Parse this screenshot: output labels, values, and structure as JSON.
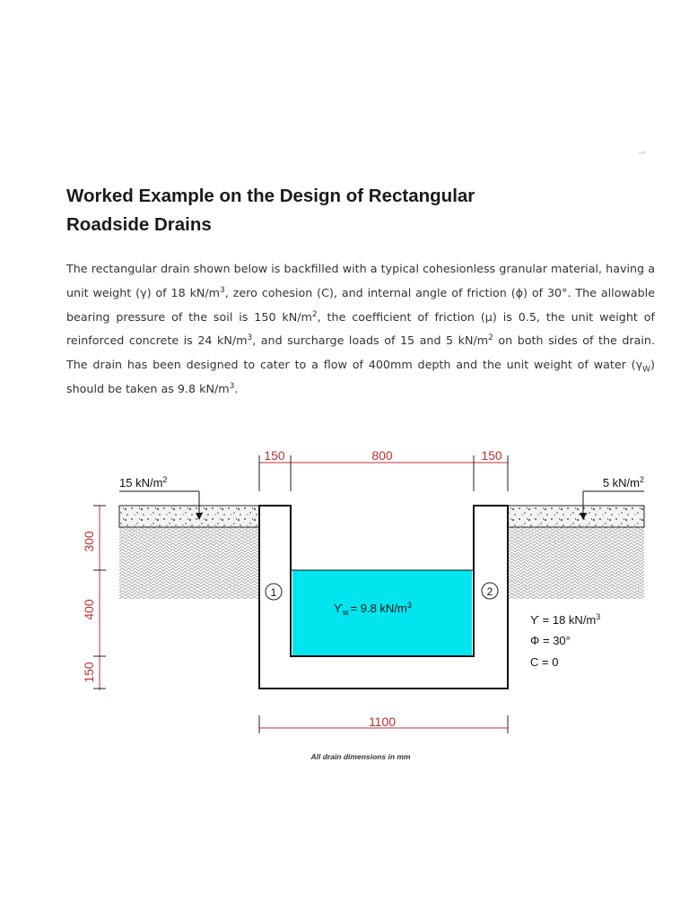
{
  "page": {
    "corner_mark": "ᵛᵃᶠ",
    "title_line1": "Worked Example on the Design of Rectangular",
    "title_line2": "Roadside Drains"
  },
  "paragraph": {
    "p1": "The rectangular drain shown below is backfilled with a typical cohesionless granular material, having a unit weight (γ) of 18 kN/m",
    "p2": "3",
    "p3": ", zero cohesion (C), and internal angle of friction (ϕ) of 30°. The allowable bearing pressure of the soil is 150 kN/m",
    "p4": "2",
    "p5": ", the coefficient of friction (μ) is 0.5, the unit weight of reinforced concrete is 24 kN/m",
    "p6": "3",
    "p7": ", and surcharge loads of 15 and 5 kN/m",
    "p8": "2",
    "p9": " on both sides of the drain. The drain has been designed to cater to a flow of 400mm depth and the unit weight of water (γ",
    "p10": "W",
    "p11": ") should be taken as 9.8 kN/m",
    "p12": "3",
    "p13": "."
  },
  "diagram": {
    "dims": {
      "top_left_wall": "150",
      "top_inner": "800",
      "top_right_wall": "150",
      "bottom_total": "1100",
      "side_upper": "300",
      "side_middle": "400",
      "side_lower": "150"
    },
    "surcharge_left": "15 kN/m",
    "surcharge_left_sup": "2",
    "surcharge_right": "5 kN/m",
    "surcharge_right_sup": "2",
    "node_left": "1",
    "node_right": "2",
    "water_label": "ϒ",
    "water_label_sub": "w",
    "water_label_value": "= 9.8 kN/m",
    "water_label_sup": "3",
    "soil_gamma": "ϒ = 18 kN/m",
    "soil_gamma_sup": "3",
    "soil_phi": "Φ = 30°",
    "soil_c": "C = 0",
    "caption": "All drain dimensions in mm",
    "colors": {
      "water": "#00e5ee",
      "dimension": "#c03030",
      "structure": "#111111"
    }
  }
}
